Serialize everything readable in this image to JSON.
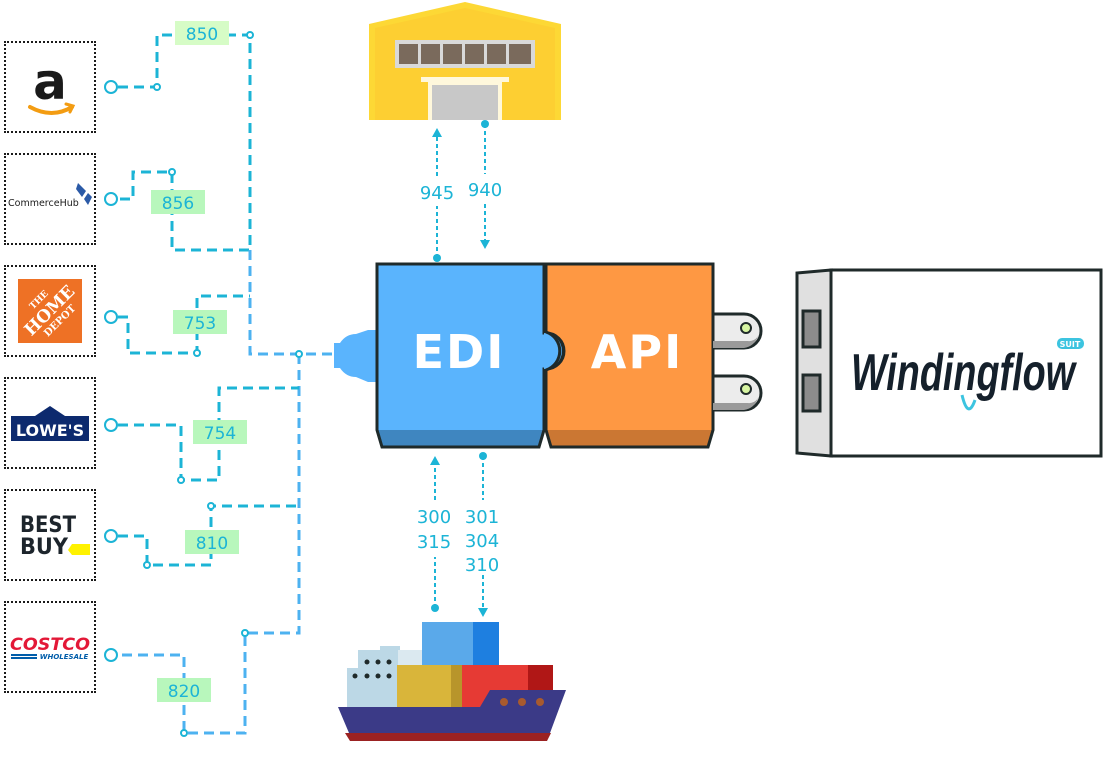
{
  "title": "EDI / API integration diagram",
  "partners": [
    {
      "name": "Amazon",
      "logo_text": "a",
      "code": "850"
    },
    {
      "name": "CommerceHub",
      "logo_text": "CommerceHub",
      "code": "856"
    },
    {
      "name": "The Home Depot",
      "logo_text": [
        "THE",
        "HOME",
        "DEPOT"
      ],
      "code": "753"
    },
    {
      "name": "Lowe's",
      "logo_text": "LOWE'S",
      "code": "754"
    },
    {
      "name": "Best Buy",
      "logo_text": [
        "BEST",
        "BUY"
      ],
      "code": "810"
    },
    {
      "name": "Costco Wholesale",
      "logo_text": [
        "COSTCO",
        "WHOLESALE"
      ],
      "code": "820"
    }
  ],
  "hub": {
    "left_label": "EDI",
    "right_label": "API",
    "colors": {
      "edi": "#5ab4fd",
      "edi_dark": "#3f86c0",
      "api": "#fe9843",
      "api_dark": "#cb7733",
      "outline": "#1f2a2a"
    }
  },
  "warehouse": {
    "codes_in": "945",
    "codes_out": "940"
  },
  "shipping": {
    "codes_in": [
      "300",
      "315"
    ],
    "codes_out": [
      "301",
      "304",
      "310"
    ]
  },
  "destination": {
    "brand": "Windingflow",
    "badge": "SUIT"
  },
  "colors": {
    "wire": "#1cb4d6",
    "trunk": "#4db2f0",
    "label_bg": "#b8f7bc"
  }
}
